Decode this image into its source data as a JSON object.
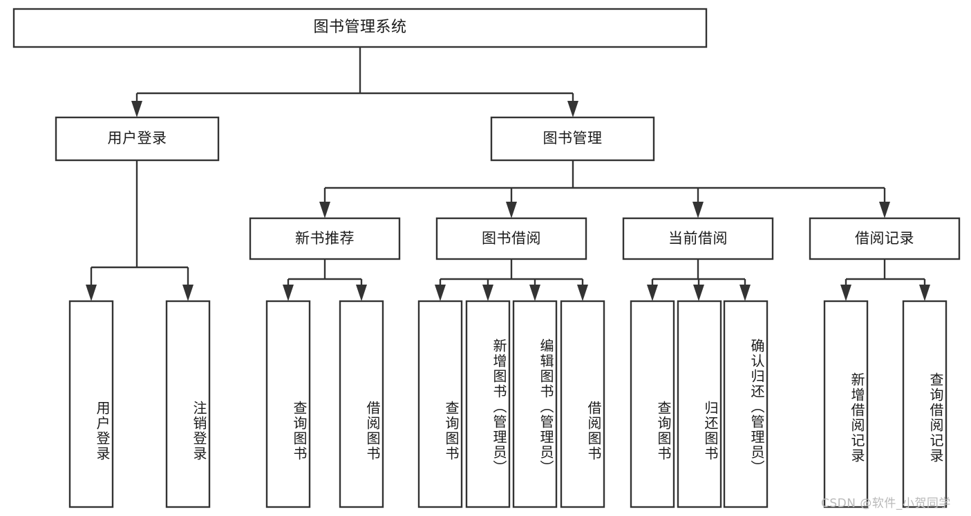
{
  "diagram": {
    "type": "tree-hierarchy-chart",
    "title": "图书管理系统",
    "watermark": "CSDN @软件_小贺同学",
    "colors": {
      "stroke": "#333333",
      "fill": "#ffffff",
      "text": "#1a1a1a",
      "watermark": "#b9b9b9",
      "background": "#ffffff"
    },
    "levels": {
      "level1": [
        "图书管理系统"
      ],
      "level2": [
        "用户登录",
        "图书管理"
      ],
      "level3": [
        "新书推荐",
        "图书借阅",
        "当前借阅",
        "借阅记录"
      ],
      "level4": [
        "用户登录",
        "注销登录",
        "查询图书",
        "借阅图书",
        "查询图书",
        "新增图书（管理员）",
        "编辑图书（管理员）",
        "借阅图书",
        "查询图书",
        "归还图书",
        "确认归还（管理员）",
        "新增借阅记录",
        "查询借阅记录"
      ]
    },
    "nodes": {
      "root": {
        "label": "图书管理系统"
      },
      "user_login": {
        "label": "用户登录"
      },
      "book_mgmt": {
        "label": "图书管理"
      },
      "new_book_rec": {
        "label": "新书推荐"
      },
      "book_borrow": {
        "label": "图书借阅"
      },
      "current_borrow": {
        "label": "当前借阅"
      },
      "borrow_record": {
        "label": "借阅记录"
      },
      "leaf_user_login": {
        "label": "用户登录"
      },
      "leaf_logout": {
        "label": "注销登录"
      },
      "leaf_query_book_1": {
        "label": "查询图书"
      },
      "leaf_borrow_book_1": {
        "label": "借阅图书"
      },
      "leaf_query_book_2": {
        "label": "查询图书"
      },
      "leaf_add_book": {
        "label": "新增图书（管理员）"
      },
      "leaf_edit_book": {
        "label": "编辑图书（管理员）"
      },
      "leaf_borrow_book_2": {
        "label": "借阅图书"
      },
      "leaf_query_book_3": {
        "label": "查询图书"
      },
      "leaf_return_book": {
        "label": "归还图书"
      },
      "leaf_confirm_return": {
        "label": "确认归还（管理员）"
      },
      "leaf_add_record": {
        "label": "新增借阅记录"
      },
      "leaf_query_record": {
        "label": "查询借阅记录"
      }
    },
    "edges": [
      {
        "from": "root",
        "to": "user_login"
      },
      {
        "from": "root",
        "to": "book_mgmt"
      },
      {
        "from": "user_login",
        "to": "leaf_user_login"
      },
      {
        "from": "user_login",
        "to": "leaf_logout"
      },
      {
        "from": "book_mgmt",
        "to": "new_book_rec"
      },
      {
        "from": "book_mgmt",
        "to": "book_borrow"
      },
      {
        "from": "book_mgmt",
        "to": "current_borrow"
      },
      {
        "from": "book_mgmt",
        "to": "borrow_record"
      },
      {
        "from": "new_book_rec",
        "to": "leaf_query_book_1"
      },
      {
        "from": "new_book_rec",
        "to": "leaf_borrow_book_1"
      },
      {
        "from": "book_borrow",
        "to": "leaf_query_book_2"
      },
      {
        "from": "book_borrow",
        "to": "leaf_add_book"
      },
      {
        "from": "book_borrow",
        "to": "leaf_edit_book"
      },
      {
        "from": "book_borrow",
        "to": "leaf_borrow_book_2"
      },
      {
        "from": "current_borrow",
        "to": "leaf_query_book_3"
      },
      {
        "from": "current_borrow",
        "to": "leaf_return_book"
      },
      {
        "from": "current_borrow",
        "to": "leaf_confirm_return"
      },
      {
        "from": "borrow_record",
        "to": "leaf_add_record"
      },
      {
        "from": "borrow_record",
        "to": "leaf_query_record"
      }
    ]
  }
}
